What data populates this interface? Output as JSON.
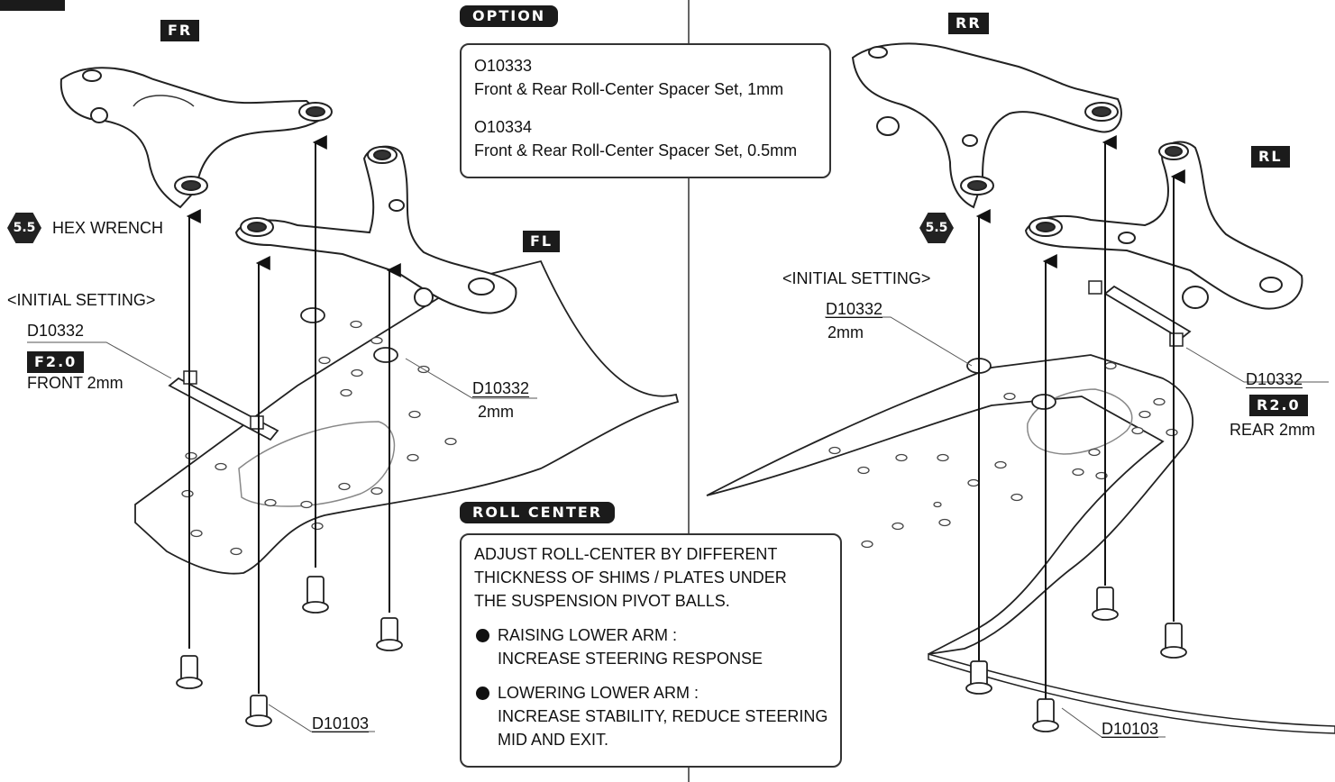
{
  "tags": {
    "fr": "FR",
    "fl": "FL",
    "rr": "RR",
    "rl": "RL",
    "option": "OPTION",
    "roll_center": "ROLL CENTER",
    "f20": "F2.0",
    "r20": "R2.0"
  },
  "tools": {
    "hex_size": "5.5",
    "hex_wrench": "HEX WRENCH"
  },
  "left": {
    "initial_setting": "<INITIAL SETTING>",
    "part_plate": "D10332",
    "front_2mm": "FRONT 2mm",
    "part_spacer": "D10332",
    "spacer_2mm": "2mm",
    "part_screw": "D10103"
  },
  "right": {
    "initial_setting": "<INITIAL SETTING>",
    "part_spacer": "D10332",
    "spacer_2mm": "2mm",
    "part_plate": "D10332",
    "rear_2mm": "REAR 2mm",
    "part_screw": "D10103"
  },
  "option_box": {
    "part1": "O10333",
    "desc1": "Front & Rear Roll-Center Spacer Set, 1mm",
    "part2": "O10334",
    "desc2": "Front & Rear Roll-Center Spacer Set, 0.5mm"
  },
  "roll_box": {
    "line1": "ADJUST ROLL-CENTER BY DIFFERENT",
    "line2": "THICKNESS OF SHIMS / PLATES UNDER",
    "line3": "THE SUSPENSION PIVOT BALLS.",
    "b1_title": "RAISING LOWER ARM :",
    "b1_text": "INCREASE STEERING RESPONSE",
    "b2_title": "LOWERING LOWER ARM :",
    "b2_line1": "INCREASE STABILITY, REDUCE STEERING",
    "b2_line2": "MID AND EXIT."
  }
}
